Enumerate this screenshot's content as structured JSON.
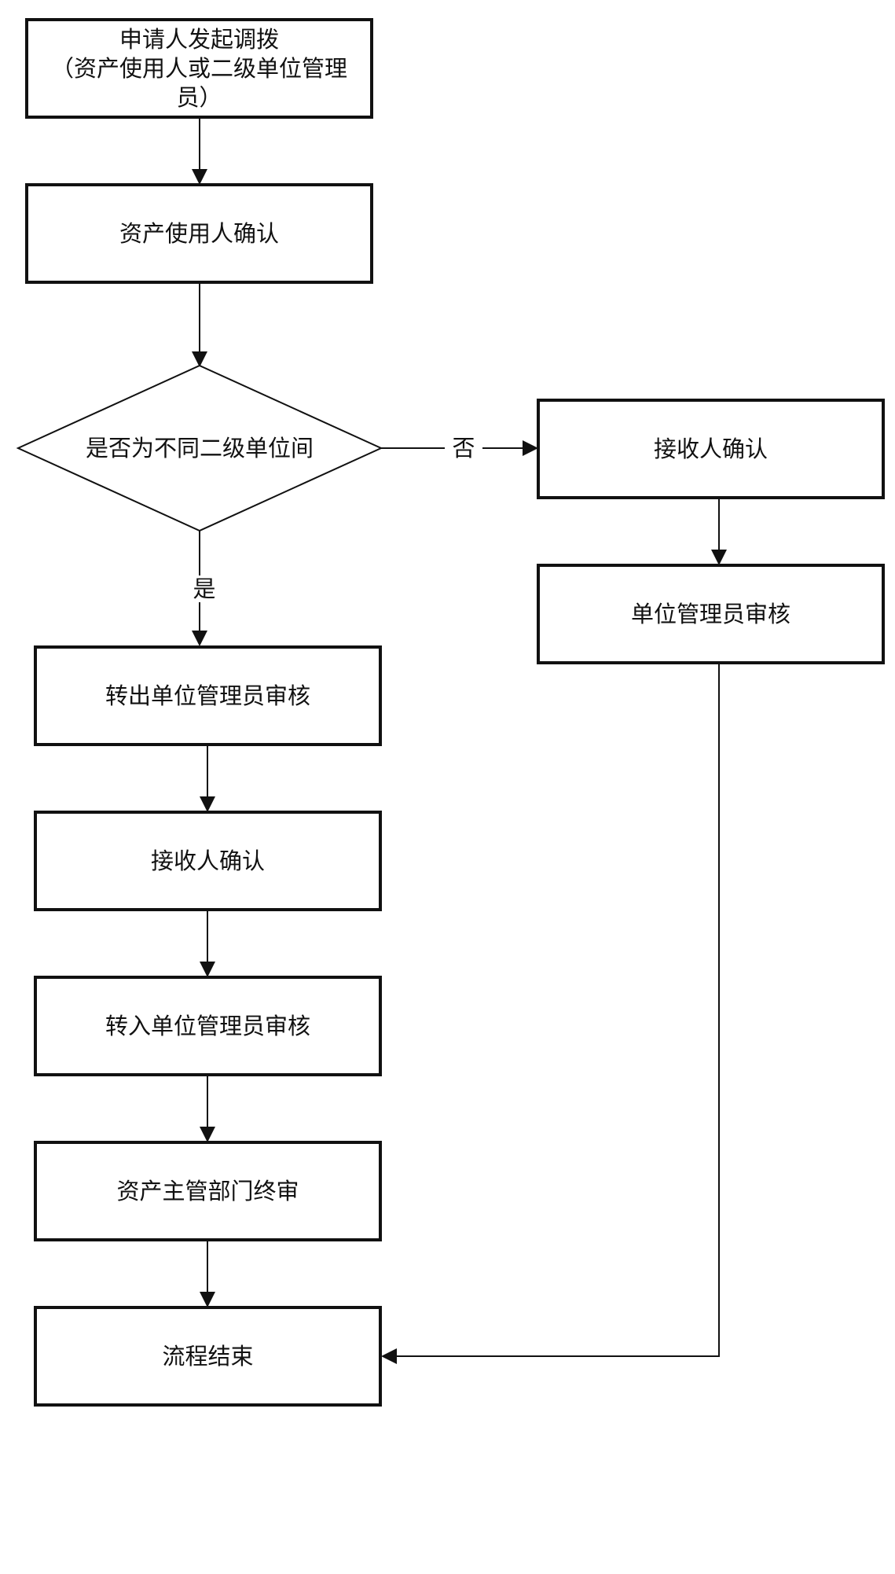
{
  "diagram": {
    "nodes": {
      "start": "申请人发起调拨\n（资产使用人或二级单位管理员）",
      "user_confirm": "资产使用人确认",
      "decision": "是否为不同二级单位间",
      "left_out_admin": "转出单位管理员审核",
      "left_receiver_confirm": "接收人确认",
      "left_in_admin": "转入单位管理员审核",
      "left_final": "资产主管部门终审",
      "end": "流程结束",
      "right_receiver_confirm": "接收人确认",
      "right_admin": "单位管理员审核"
    },
    "edge_labels": {
      "yes": "是",
      "no": "否"
    }
  }
}
